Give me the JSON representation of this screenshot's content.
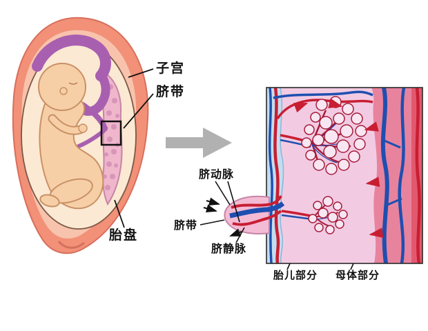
{
  "figure": {
    "left": {
      "labels": {
        "uterus": "子宫",
        "cord": "脐带",
        "placenta": "胎盘"
      }
    },
    "right": {
      "labels": {
        "artery": "脐动脉",
        "cord": "脐带",
        "vein": "脐静脉"
      },
      "bottom": {
        "fetal": "胎儿部分",
        "maternal": "母体部分"
      }
    },
    "colors": {
      "uterus_wall": "#F29078",
      "uterus_lining": "#F8C3AC",
      "amniotic_sac": "#FCE9D4",
      "fetus_skin": "#F7CFA6",
      "cord_purple": "#A85FB0",
      "placenta_pink": "#EFB6CC",
      "artery_red": "#C81E32",
      "vein_blue": "#1E4FB0",
      "detail_bg": "#F2CBE3",
      "membrane_blue": "#C3DDF0",
      "maternal_rose": "#E8839E",
      "maternal_band": "#E2596E",
      "arrow_gray": "#B1B1B1",
      "label_color": "#111111"
    }
  }
}
